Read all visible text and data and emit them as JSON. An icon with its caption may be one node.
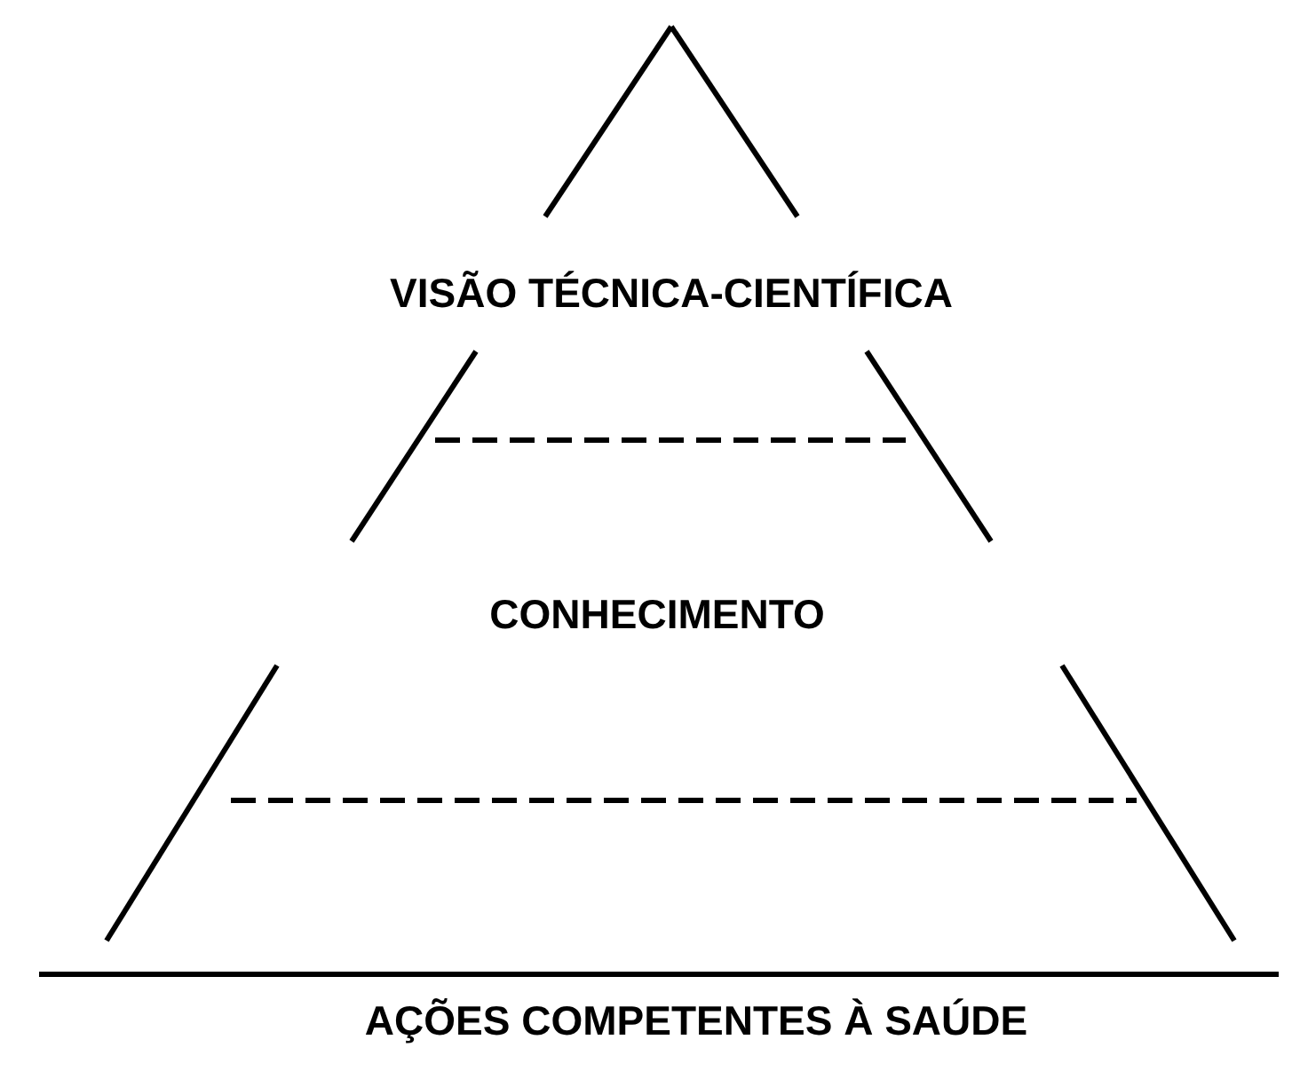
{
  "diagram": {
    "nodes": [
      {
        "text": [
          "VISÃO TÉCNICA-CIENTÍFICA"
        ]
      },
      {
        "text": [
          "CONHECIMENTO"
        ]
      },
      {
        "text": [
          "AÇÕES COMPETENTES À SAÚDE"
        ]
      }
    ]
  }
}
